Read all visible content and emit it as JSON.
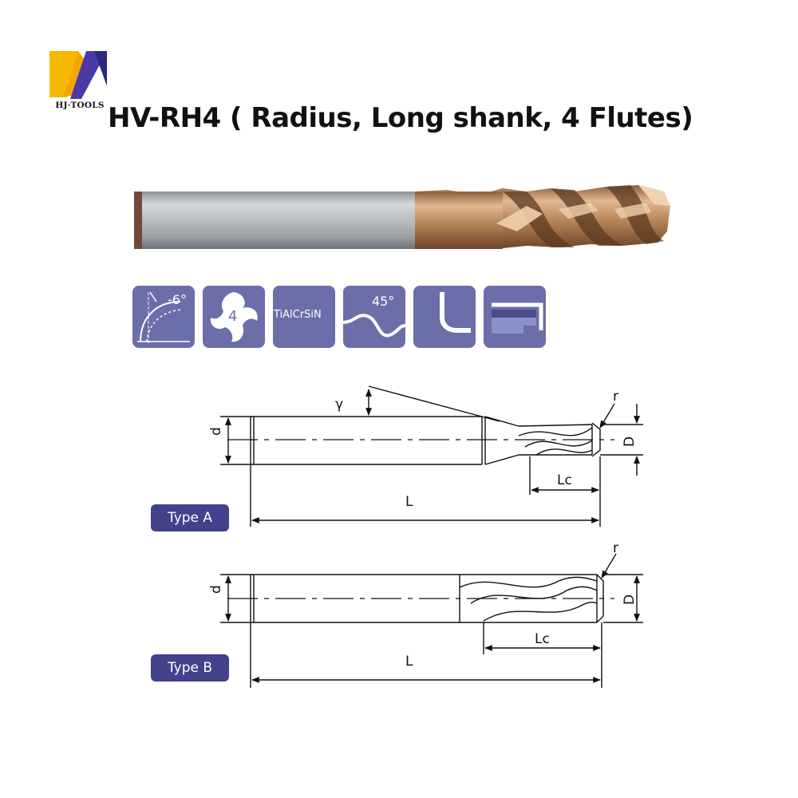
{
  "brand": {
    "name": "HJ·TOOLS"
  },
  "title": "HV-RH4 ( Radius, Long shank, 4 Flutes)",
  "feature_icons": [
    {
      "name": "helix-angle-icon",
      "label": "-6°"
    },
    {
      "name": "flutes-icon",
      "label": "4"
    },
    {
      "name": "coating-icon",
      "label": "TiAlCrSiN"
    },
    {
      "name": "helix-45-icon",
      "label": "45°"
    },
    {
      "name": "corner-radius-icon",
      "label": ""
    },
    {
      "name": "shank-step-icon",
      "label": ""
    }
  ],
  "diagram_labels": {
    "gamma": "γ",
    "r": "r",
    "d": "d",
    "D": "D",
    "Lc": "Lc",
    "L": "L"
  },
  "types": [
    {
      "label": "Type A"
    },
    {
      "label": "Type B"
    }
  ],
  "colors": {
    "brand_purple": "#42418c",
    "icon_fill": "#6b6ea9",
    "logo_yellow": "#f5b800",
    "coating_bronze": "#b8865a",
    "shank_silver": "#c7c9cc"
  }
}
